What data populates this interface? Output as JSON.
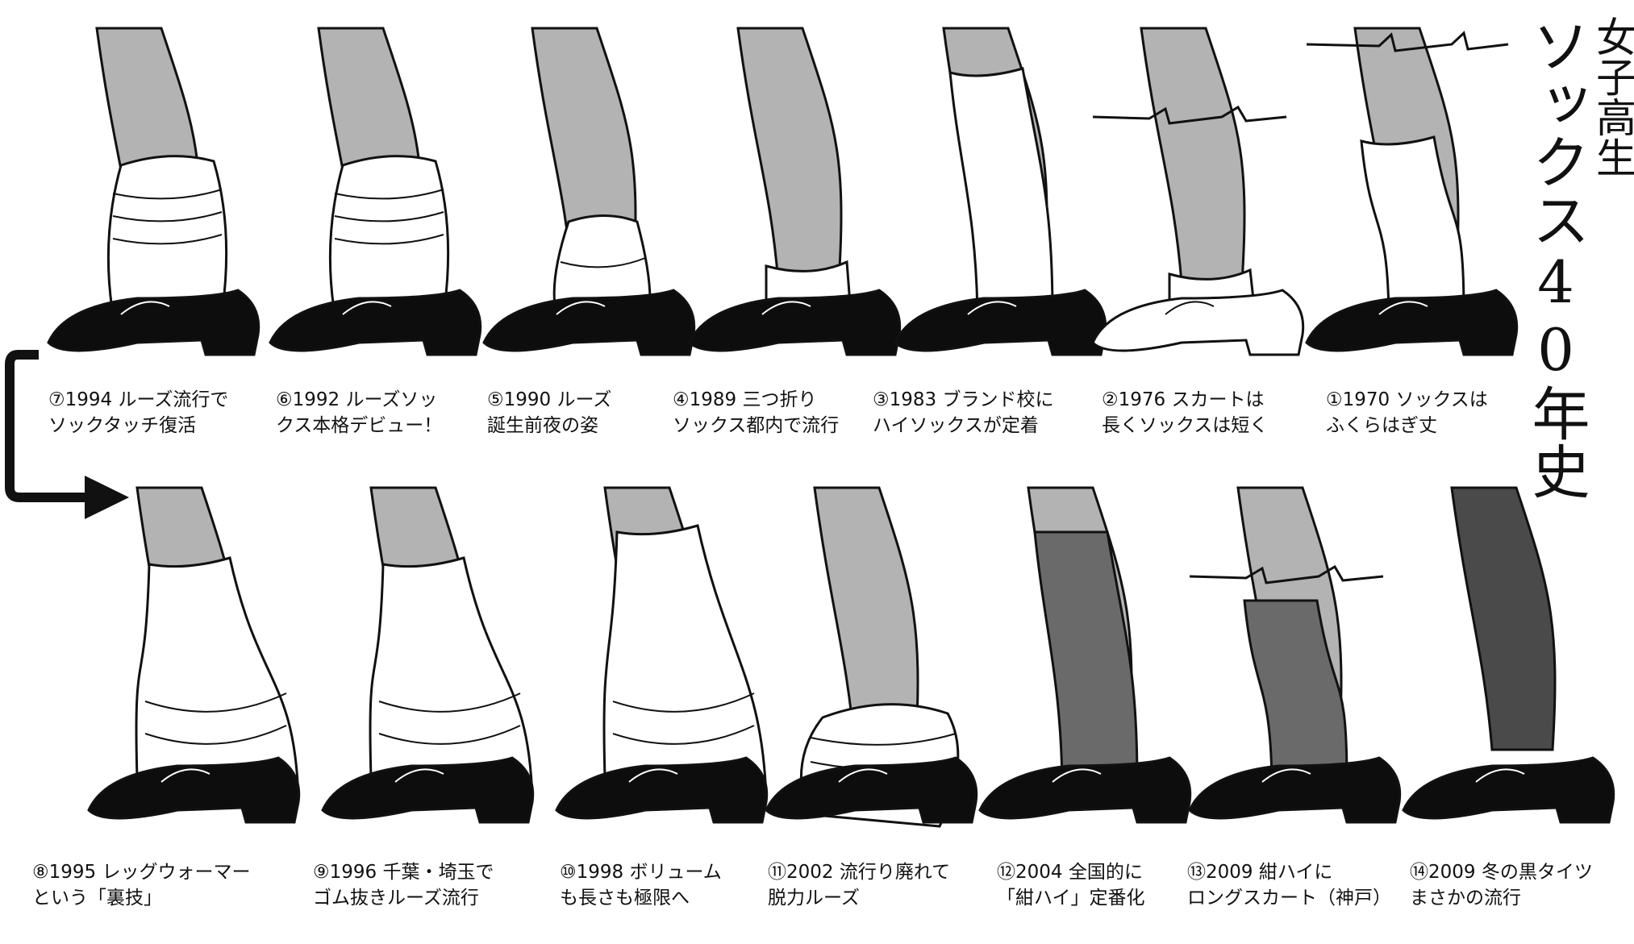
{
  "title": {
    "small": "女子高生",
    "main": "ソックス40年史"
  },
  "colors": {
    "leg": "#b3b3b3",
    "outline": "#111111",
    "sock_white": "#ffffff",
    "sock_navy": "#6a6a6a",
    "tights_black": "#4a4a4a",
    "shoe": "#0d0d0d"
  },
  "top_row": [
    {
      "id": 7,
      "line1": "⑦1994 ルーズ流行で",
      "line2": "ソックタッチ復活",
      "style": "loose-medium"
    },
    {
      "id": 6,
      "line1": "⑥1992 ルーズソッ",
      "line2": "クス本格デビュー！",
      "style": "loose-medium"
    },
    {
      "id": 5,
      "line1": "⑤1990 ルーズ",
      "line2": "誕生前夜の姿",
      "style": "loose-short"
    },
    {
      "id": 4,
      "line1": "④1989 三つ折り",
      "line2": "ソックス都内で流行",
      "style": "folded"
    },
    {
      "id": 3,
      "line1": "③1983 ブランド校に",
      "line2": "ハイソックスが定着",
      "style": "high-white"
    },
    {
      "id": 2,
      "line1": "②1976 スカートは",
      "line2": "長くソックスは短く",
      "style": "short-skirt-long"
    },
    {
      "id": 1,
      "line1": "①1970 ソックスは",
      "line2": "ふくらはぎ丈",
      "style": "calf"
    }
  ],
  "bottom_row": [
    {
      "id": 8,
      "line1": "⑧1995 レッグウォーマー",
      "line2": "という「裏技」",
      "style": "warmer"
    },
    {
      "id": 9,
      "line1": "⑨1996 千葉・埼玉で",
      "line2": "ゴム抜きルーズ流行",
      "style": "warmer"
    },
    {
      "id": 10,
      "line1": "⑩1998 ボリューム",
      "line2": "も長さも極限へ",
      "style": "extreme"
    },
    {
      "id": 11,
      "line1": "⑪2002 流行り廃れて",
      "line2": "脱力ルーズ",
      "style": "slouch"
    },
    {
      "id": 12,
      "line1": "⑫2004 全国的に",
      "line2": "「紺ハイ」定番化",
      "style": "navy-high"
    },
    {
      "id": 13,
      "line1": "⑬2009 紺ハイに",
      "line2": "ロングスカート（神戸）",
      "style": "navy-long-skirt"
    },
    {
      "id": 14,
      "line1": "⑭2009 冬の黒タイツ",
      "line2": "まさかの流行",
      "style": "tights"
    }
  ]
}
